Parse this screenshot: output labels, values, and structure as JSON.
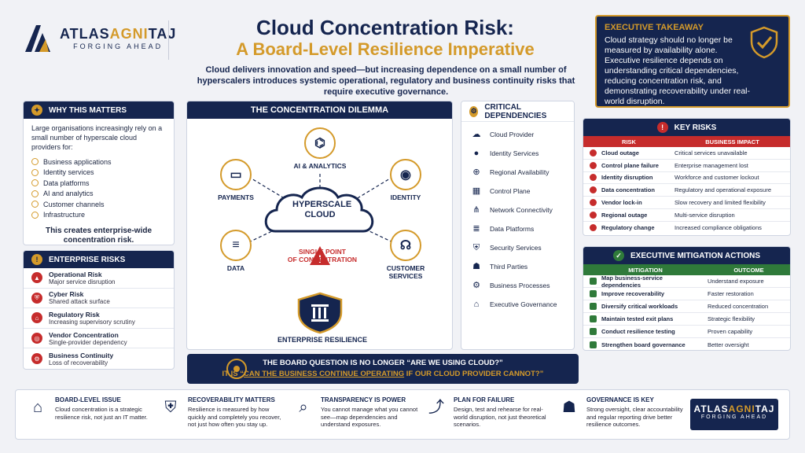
{
  "logo": {
    "name_part1": "ATLAS",
    "name_part2": "AGNI",
    "name_part3": "TAJ",
    "tagline": "FORGING AHEAD"
  },
  "title": {
    "line1": "Cloud Concentration Risk:",
    "line2": "A Board-Level Resilience Imperative"
  },
  "intro": "Cloud delivers innovation and speed—but increasing dependence on a small number of hyperscalers introduces systemic operational, regulatory and business continuity risks that require executive governance.",
  "takeaway": {
    "title": "EXECUTIVE TAKEAWAY",
    "body": "Cloud strategy should no longer be measured by availability alone. Executive resilience depends on understanding critical dependencies, reducing concentration risk, and demonstrating recoverability under real-world disruption."
  },
  "why": {
    "title": "WHY THIS MATTERS",
    "lead": "Large organisations increasingly rely on a small number of hyperscale cloud providers for:",
    "items": [
      "Business applications",
      "Identity services",
      "Data platforms",
      "AI and analytics",
      "Customer channels",
      "Infrastructure"
    ],
    "footer": "This creates enterprise-wide concentration risk."
  },
  "enterprise_risks": {
    "title": "ENTERPRISE RISKS",
    "items": [
      {
        "name": "Operational Risk",
        "desc": "Major service disruption",
        "icon": "warning-icon"
      },
      {
        "name": "Cyber Risk",
        "desc": "Shared attack surface",
        "icon": "shield-icon"
      },
      {
        "name": "Regulatory Risk",
        "desc": "Increasing supervisory scrutiny",
        "icon": "bank-icon"
      },
      {
        "name": "Vendor Concentration",
        "desc": "Single-provider dependency",
        "icon": "target-icon"
      },
      {
        "name": "Business Continuity",
        "desc": "Loss of recoverability",
        "icon": "gear-icon"
      }
    ]
  },
  "dilemma": {
    "title": "THE CONCENTRATION DILEMMA",
    "center_line1": "HYPERSCALE",
    "center_line2": "CLOUD",
    "nodes": {
      "ai": "AI & ANALYTICS",
      "payments": "PAYMENTS",
      "identity": "IDENTITY",
      "data": "DATA",
      "customer_line1": "CUSTOMER",
      "customer_line2": "SERVICES"
    },
    "spof_line1": "SINGLE POINT",
    "spof_line2": "OF CONCENTRATION",
    "resilience": "ENTERPRISE RESILIENCE"
  },
  "dependencies": {
    "title": "CRITICAL DEPENDENCIES",
    "items": [
      "Cloud Provider",
      "Identity Services",
      "Regional Availability",
      "Control Plane",
      "Network Connectivity",
      "Data Platforms",
      "Security Services",
      "Third Parties",
      "Business Processes",
      "Executive Governance"
    ]
  },
  "key_risks": {
    "title": "KEY RISKS",
    "col_risk": "RISK",
    "col_impact": "BUSINESS IMPACT",
    "rows": [
      {
        "risk": "Cloud outage",
        "impact": "Critical services unavailable"
      },
      {
        "risk": "Control plane failure",
        "impact": "Enterprise management lost"
      },
      {
        "risk": "Identity disruption",
        "impact": "Workforce and customer lockout"
      },
      {
        "risk": "Data concentration",
        "impact": "Regulatory and operational exposure"
      },
      {
        "risk": "Vendor lock-in",
        "impact": "Slow recovery and limited flexibility"
      },
      {
        "risk": "Regional outage",
        "impact": "Multi-service disruption"
      },
      {
        "risk": "Regulatory change",
        "impact": "Increased compliance obligations"
      }
    ]
  },
  "mitigation": {
    "title": "EXECUTIVE MITIGATION ACTIONS",
    "col_mitigation": "MITIGATION",
    "col_outcome": "OUTCOME",
    "rows": [
      {
        "mitigation": "Map business-service dependencies",
        "outcome": "Understand exposure"
      },
      {
        "mitigation": "Improve recoverability",
        "outcome": "Faster restoration"
      },
      {
        "mitigation": "Diversify critical workloads",
        "outcome": "Reduced concentration"
      },
      {
        "mitigation": "Maintain tested exit plans",
        "outcome": "Strategic flexibility"
      },
      {
        "mitigation": "Conduct resilience testing",
        "outcome": "Proven capability"
      },
      {
        "mitigation": "Strengthen board governance",
        "outcome": "Better oversight"
      }
    ]
  },
  "board_question": {
    "line1": "THE BOARD QUESTION IS NO LONGER “ARE WE USING CLOUD?”",
    "line2_pre": "IT IS “",
    "line2_em": "CAN THE BUSINESS CONTINUE OPERATING",
    "line2_post": " IF OUR CLOUD PROVIDER CANNOT?”"
  },
  "footer": [
    {
      "title": "BOARD-LEVEL ISSUE",
      "body": "Cloud concentration is a strategic resilience risk, not just an IT matter.",
      "icon": "bank-icon"
    },
    {
      "title": "RECOVERABILITY MATTERS",
      "body": "Resilience is measured by how quickly and completely you recover, not just how often you stay up.",
      "icon": "shield-lock-icon"
    },
    {
      "title": "TRANSPARENCY IS POWER",
      "body": "You cannot manage what you cannot see—map dependencies and understand exposures.",
      "icon": "magnifier-icon"
    },
    {
      "title": "PLAN FOR FAILURE",
      "body": "Design, test and rehearse for real-world disruption, not just theoretical scenarios.",
      "icon": "chart-icon"
    },
    {
      "title": "GOVERNANCE IS KEY",
      "body": "Strong oversight, clear accountability and regular reporting drive better resilience outcomes.",
      "icon": "people-icon"
    }
  ]
}
